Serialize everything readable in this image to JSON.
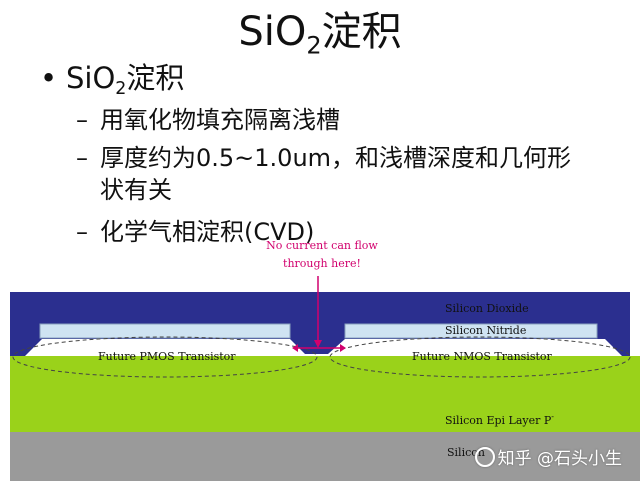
{
  "slide": {
    "title_main": "SiO",
    "title_sub": "2",
    "title_tail": "淀积",
    "bullet": {
      "marker": "•",
      "text_main": "SiO",
      "text_sub": "2",
      "text_tail": "淀积"
    },
    "subbullets": [
      {
        "dash": "–",
        "line1": "用氧化物填充隔离浅槽",
        "line2": ""
      },
      {
        "dash": "–",
        "line1": "厚度约为0.5~1.0um，和浅槽深度和几何形",
        "line2": "状有关"
      },
      {
        "dash": "–",
        "line1": "化学气相淀积(CVD)",
        "line2": ""
      }
    ]
  },
  "diagram": {
    "annotation_line1": "No current can flow",
    "annotation_line2": "through here!",
    "label_sio2": "Silicon Dioxide",
    "label_nitride": "Silicon Nitride",
    "label_pmos": "Future PMOS Transistor",
    "label_nmos": "Future NMOS Transistor",
    "label_epi": "Silicon Epi Layer  P",
    "label_epi_sup": "-",
    "label_substrate": "Silicon",
    "colors": {
      "oxide": "#2b2f8f",
      "nitride": "#cfe3f2",
      "epi": "#9ad21a",
      "substrate": "#9a9a9a",
      "annotation": "#d1006d"
    }
  },
  "watermark": {
    "text": "知乎 @石头小生"
  }
}
